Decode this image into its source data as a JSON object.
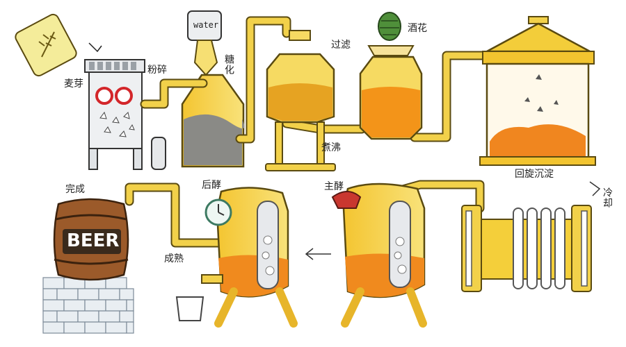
{
  "labels": {
    "malt": "麦芽",
    "mill": "粉碎",
    "saccharify": "糖化",
    "water": "water",
    "filter": "过滤",
    "hops": "酒花",
    "boil": "煮沸",
    "whirlpool": "回旋沉淀",
    "cool": "冷却",
    "main_ferment": "主酵",
    "post_ferment": "后酵",
    "mature": "成熟",
    "done": "完成",
    "beer": "BEER"
  },
  "colors": {
    "pipe": "#f2d14a",
    "pipe_outline": "#5a4a10",
    "wort": "#f3a11f",
    "grain": "#8a8a86",
    "tank_light": "#f7e37a",
    "tank_dark": "#e9b92c",
    "barrel": "#9b5a2a",
    "brick": "#e9eef2",
    "malt_card": "#f4ec9a"
  }
}
